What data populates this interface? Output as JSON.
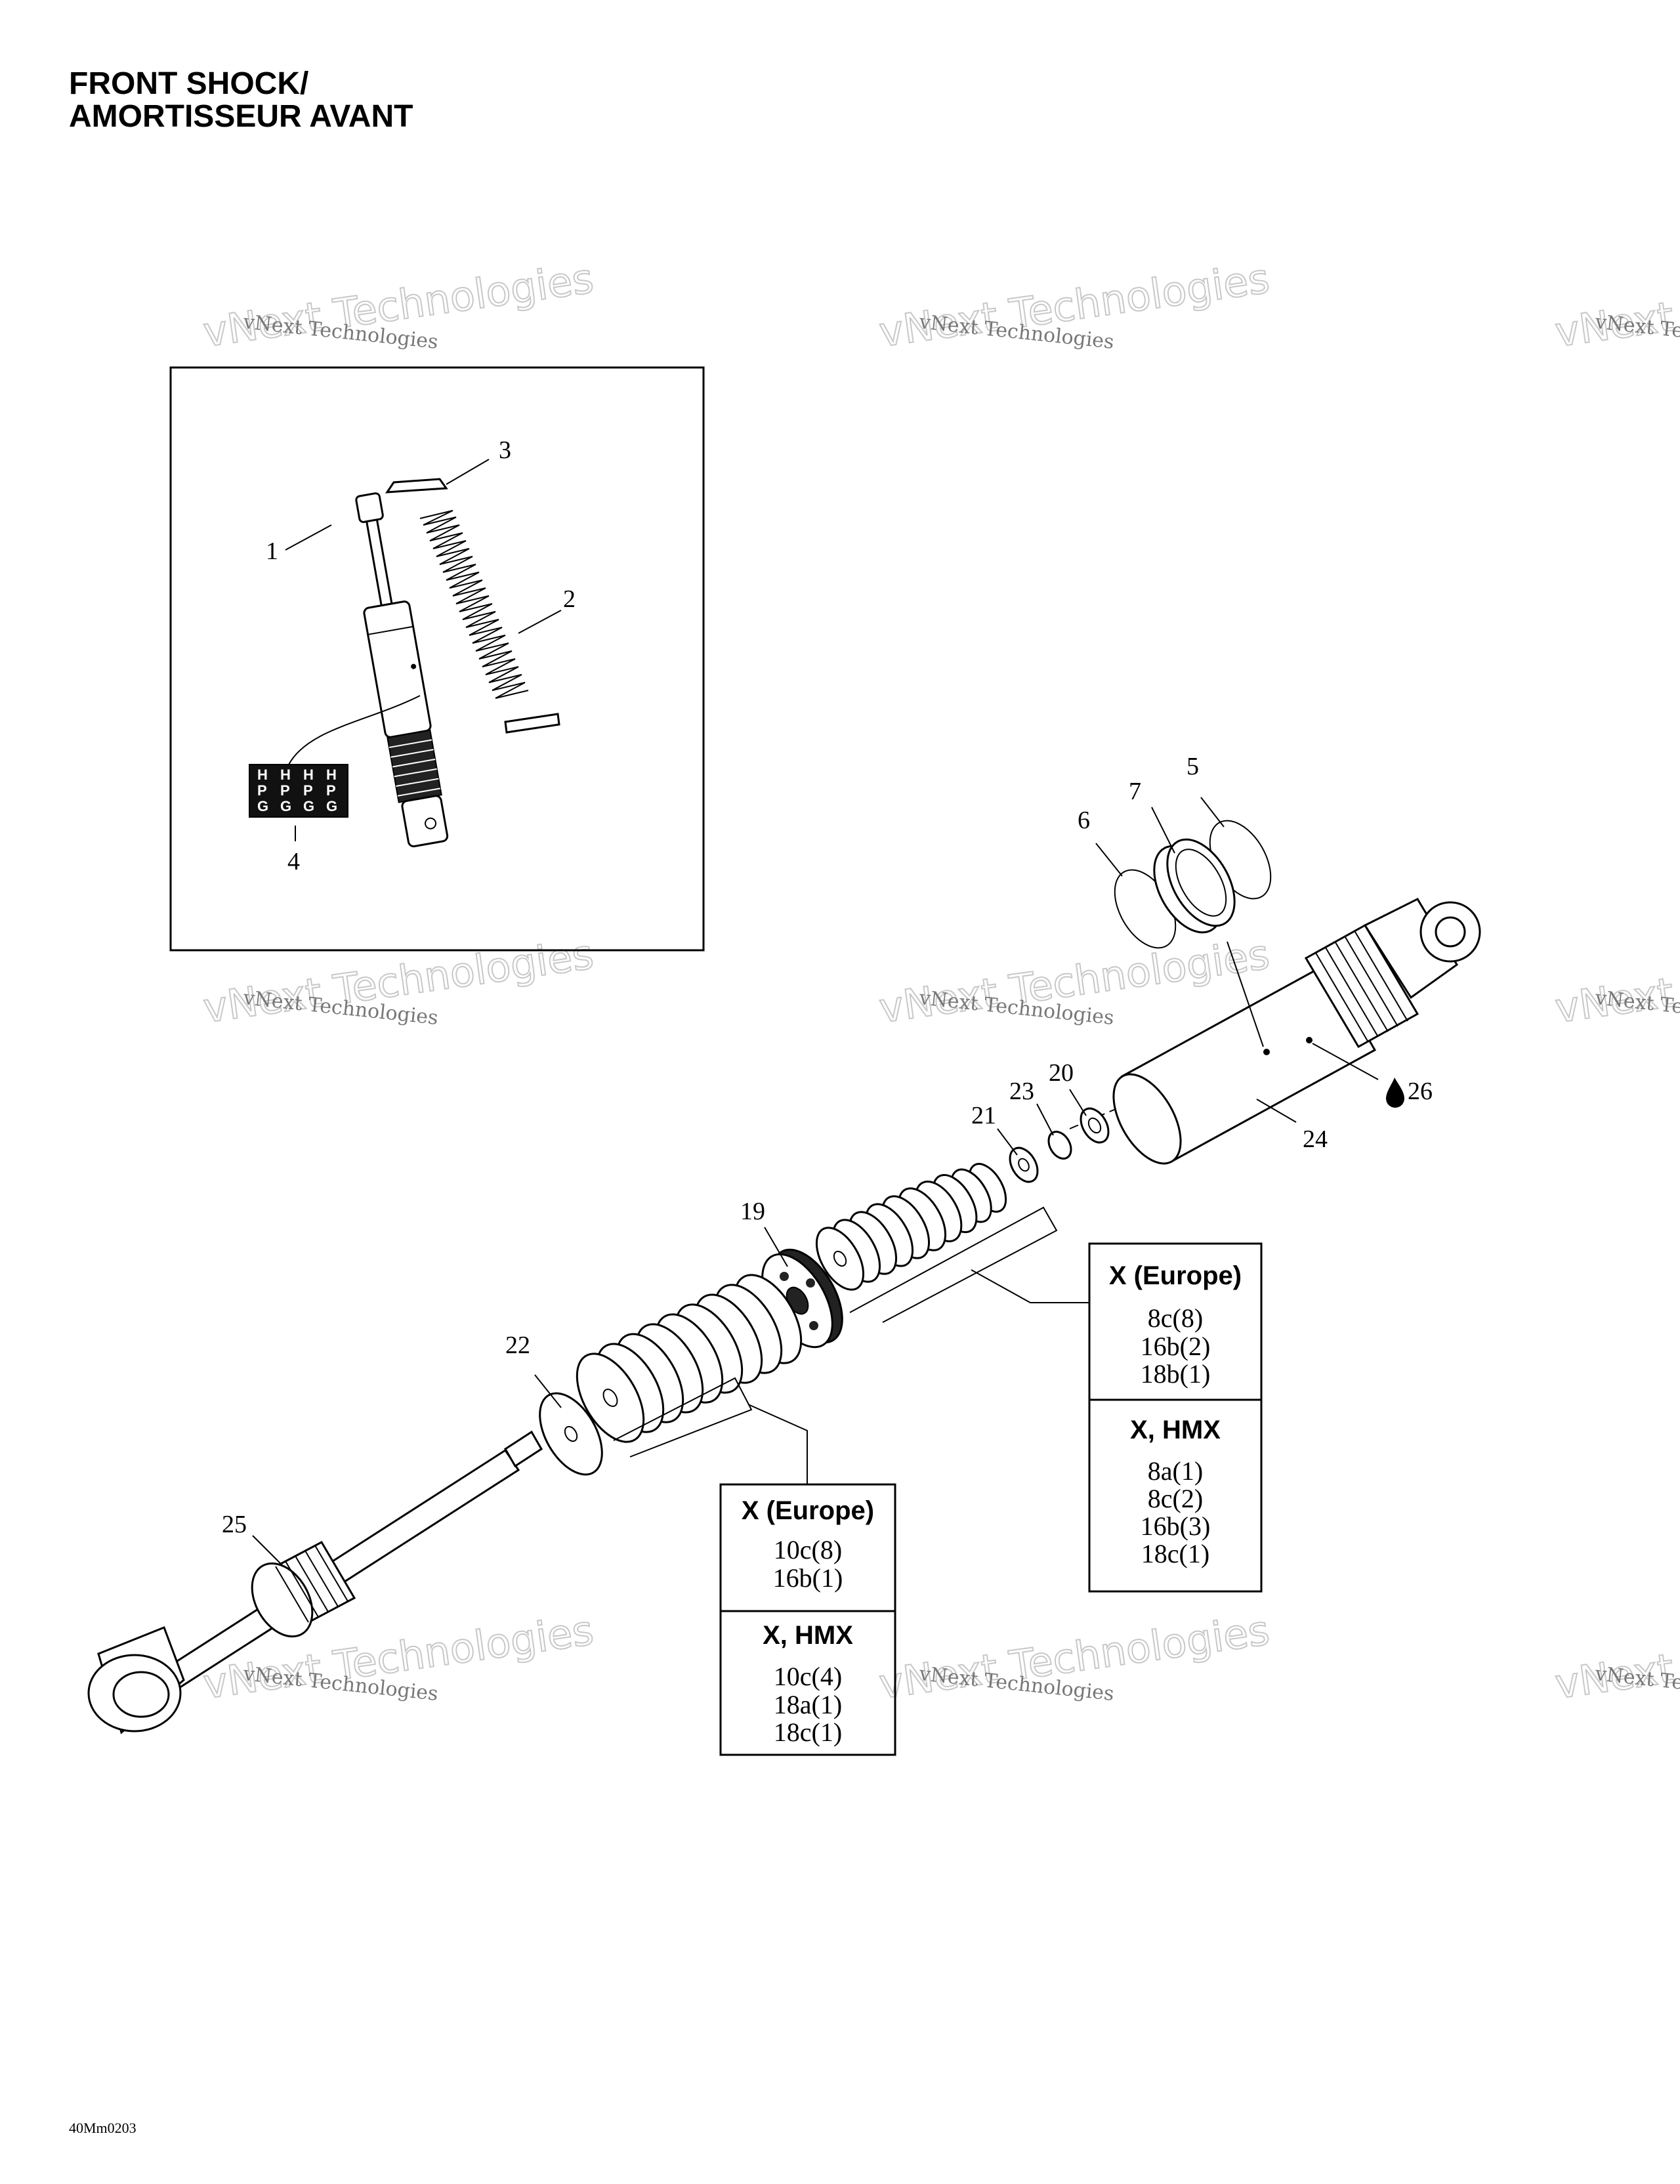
{
  "title": {
    "line1": "FRONT SHOCK/",
    "line2": "AMORTISSEUR AVANT"
  },
  "watermark": {
    "small": "vNext Technologies",
    "big": "vNext Technologies"
  },
  "callouts": {
    "c1": "1",
    "c2": "2",
    "c3": "3",
    "c4": "4",
    "c5": "5",
    "c6": "6",
    "c7": "7",
    "c19": "19",
    "c20": "20",
    "c21": "21",
    "c22": "22",
    "c23": "23",
    "c24": "24",
    "c25": "25",
    "c26": "26"
  },
  "box_upper": {
    "head1": "X (Europe)",
    "items1": [
      "8c(8)",
      "16b(2)",
      "18b(1)"
    ],
    "head2": "X, HMX",
    "items2": [
      "8a(1)",
      "8c(2)",
      "16b(3)",
      "18c(1)"
    ]
  },
  "box_lower": {
    "head1": "X (Europe)",
    "items1": [
      "10c(8)",
      "16b(1)"
    ],
    "head2": "X, HMX",
    "items2": [
      "10c(4)",
      "18a(1)",
      "18c(1)"
    ]
  },
  "label_letters": [
    "H",
    "P",
    "G"
  ],
  "reference": "40Mm0203"
}
